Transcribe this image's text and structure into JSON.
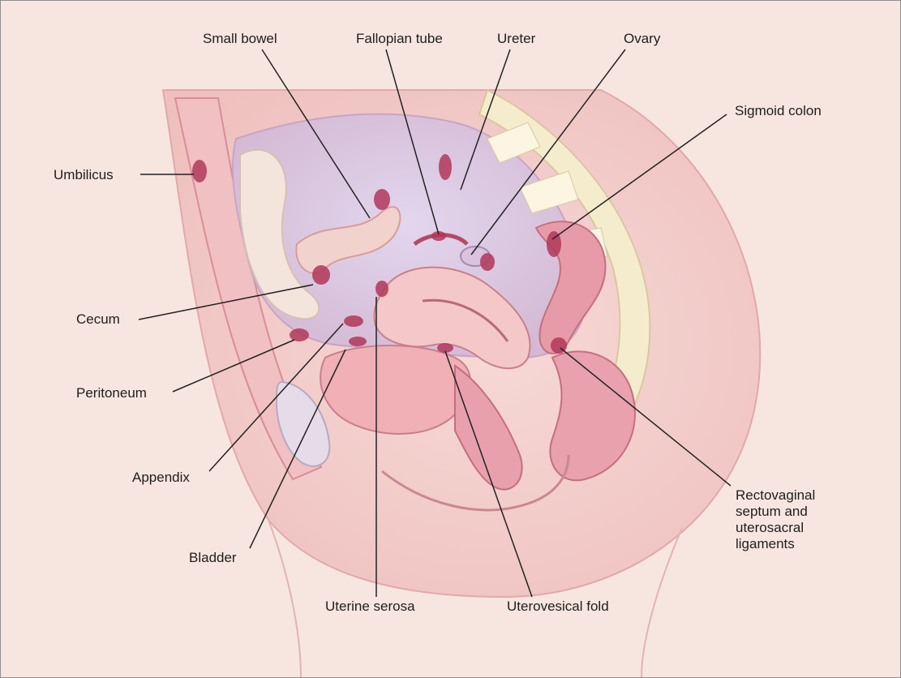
{
  "labels": {
    "small_bowel": "Small bowel",
    "fallopian_tube": "Fallopian tube",
    "ureter": "Ureter",
    "ovary": "Ovary",
    "sigmoid_colon": "Sigmoid colon",
    "umbilicus": "Umbilicus",
    "cecum": "Cecum",
    "peritoneum": "Peritoneum",
    "appendix": "Appendix",
    "bladder": "Bladder",
    "uterine_serosa": "Uterine serosa",
    "uterovesical_fold": "Uterovesical fold",
    "rectovaginal": "Rectovaginal septum and uterosacral ligaments"
  },
  "colors": {
    "background": "#f7e6df",
    "tissue": "#f2c9c6",
    "tissue_dark": "#d9808e",
    "lesion": "#b2375a",
    "cavity": "#ddd0ea",
    "bone": "#f5eccd",
    "leader_line": "#222222"
  }
}
